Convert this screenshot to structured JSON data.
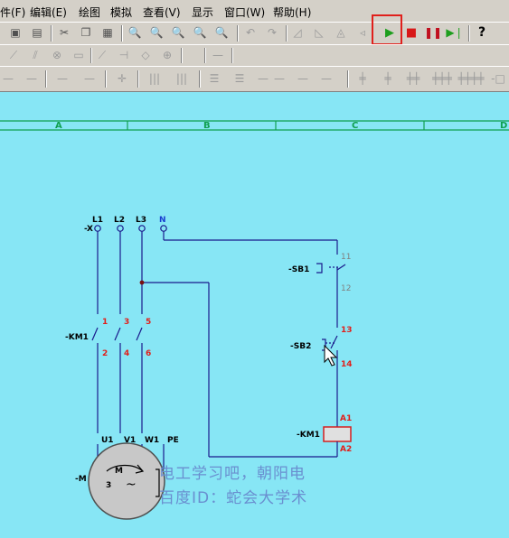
{
  "menus": [
    "件(F)",
    "编辑(E)",
    "绘图",
    "模拟",
    "查看(V)",
    "显示",
    "窗口(W)",
    "帮助(H)"
  ],
  "zones": [
    "A",
    "B",
    "C",
    "D"
  ],
  "labels": {
    "l1": "L1",
    "l2": "L2",
    "l3": "L3",
    "n": "N",
    "x": "-X",
    "km1_main": "-KM1",
    "t1": "1",
    "t3": "3",
    "t5": "5",
    "t2": "2",
    "t4": "4",
    "t6": "6",
    "sb1": "-SB1",
    "sb1_11": "11",
    "sb1_12": "12",
    "sb2": "-SB2",
    "sb2_13": "13",
    "sb2_14": "14",
    "km1_coil": "-KM1",
    "a1": "A1",
    "a2": "A2",
    "u1": "U1",
    "v1": "V1",
    "w1": "W1",
    "pe": "PE",
    "motor": "-M",
    "motor_m": "M",
    "motor_3": "3",
    "motor_ac": "~"
  },
  "watermark": {
    "line1": "电工学习吧，朝阳电",
    "line2": "百度ID：蛇会大学术"
  },
  "colors": {
    "canvas": "#87e6f5",
    "wire": "#1a1a8c",
    "terminal_red": "#e0201c",
    "zone_green": "#10a050",
    "run_green": "#1e9e1e",
    "stop_red": "#d81818"
  },
  "icons": {
    "run": "play-icon",
    "stop": "stop-icon",
    "pause": "pause-icon",
    "step": "step-icon",
    "help": "help-icon"
  }
}
